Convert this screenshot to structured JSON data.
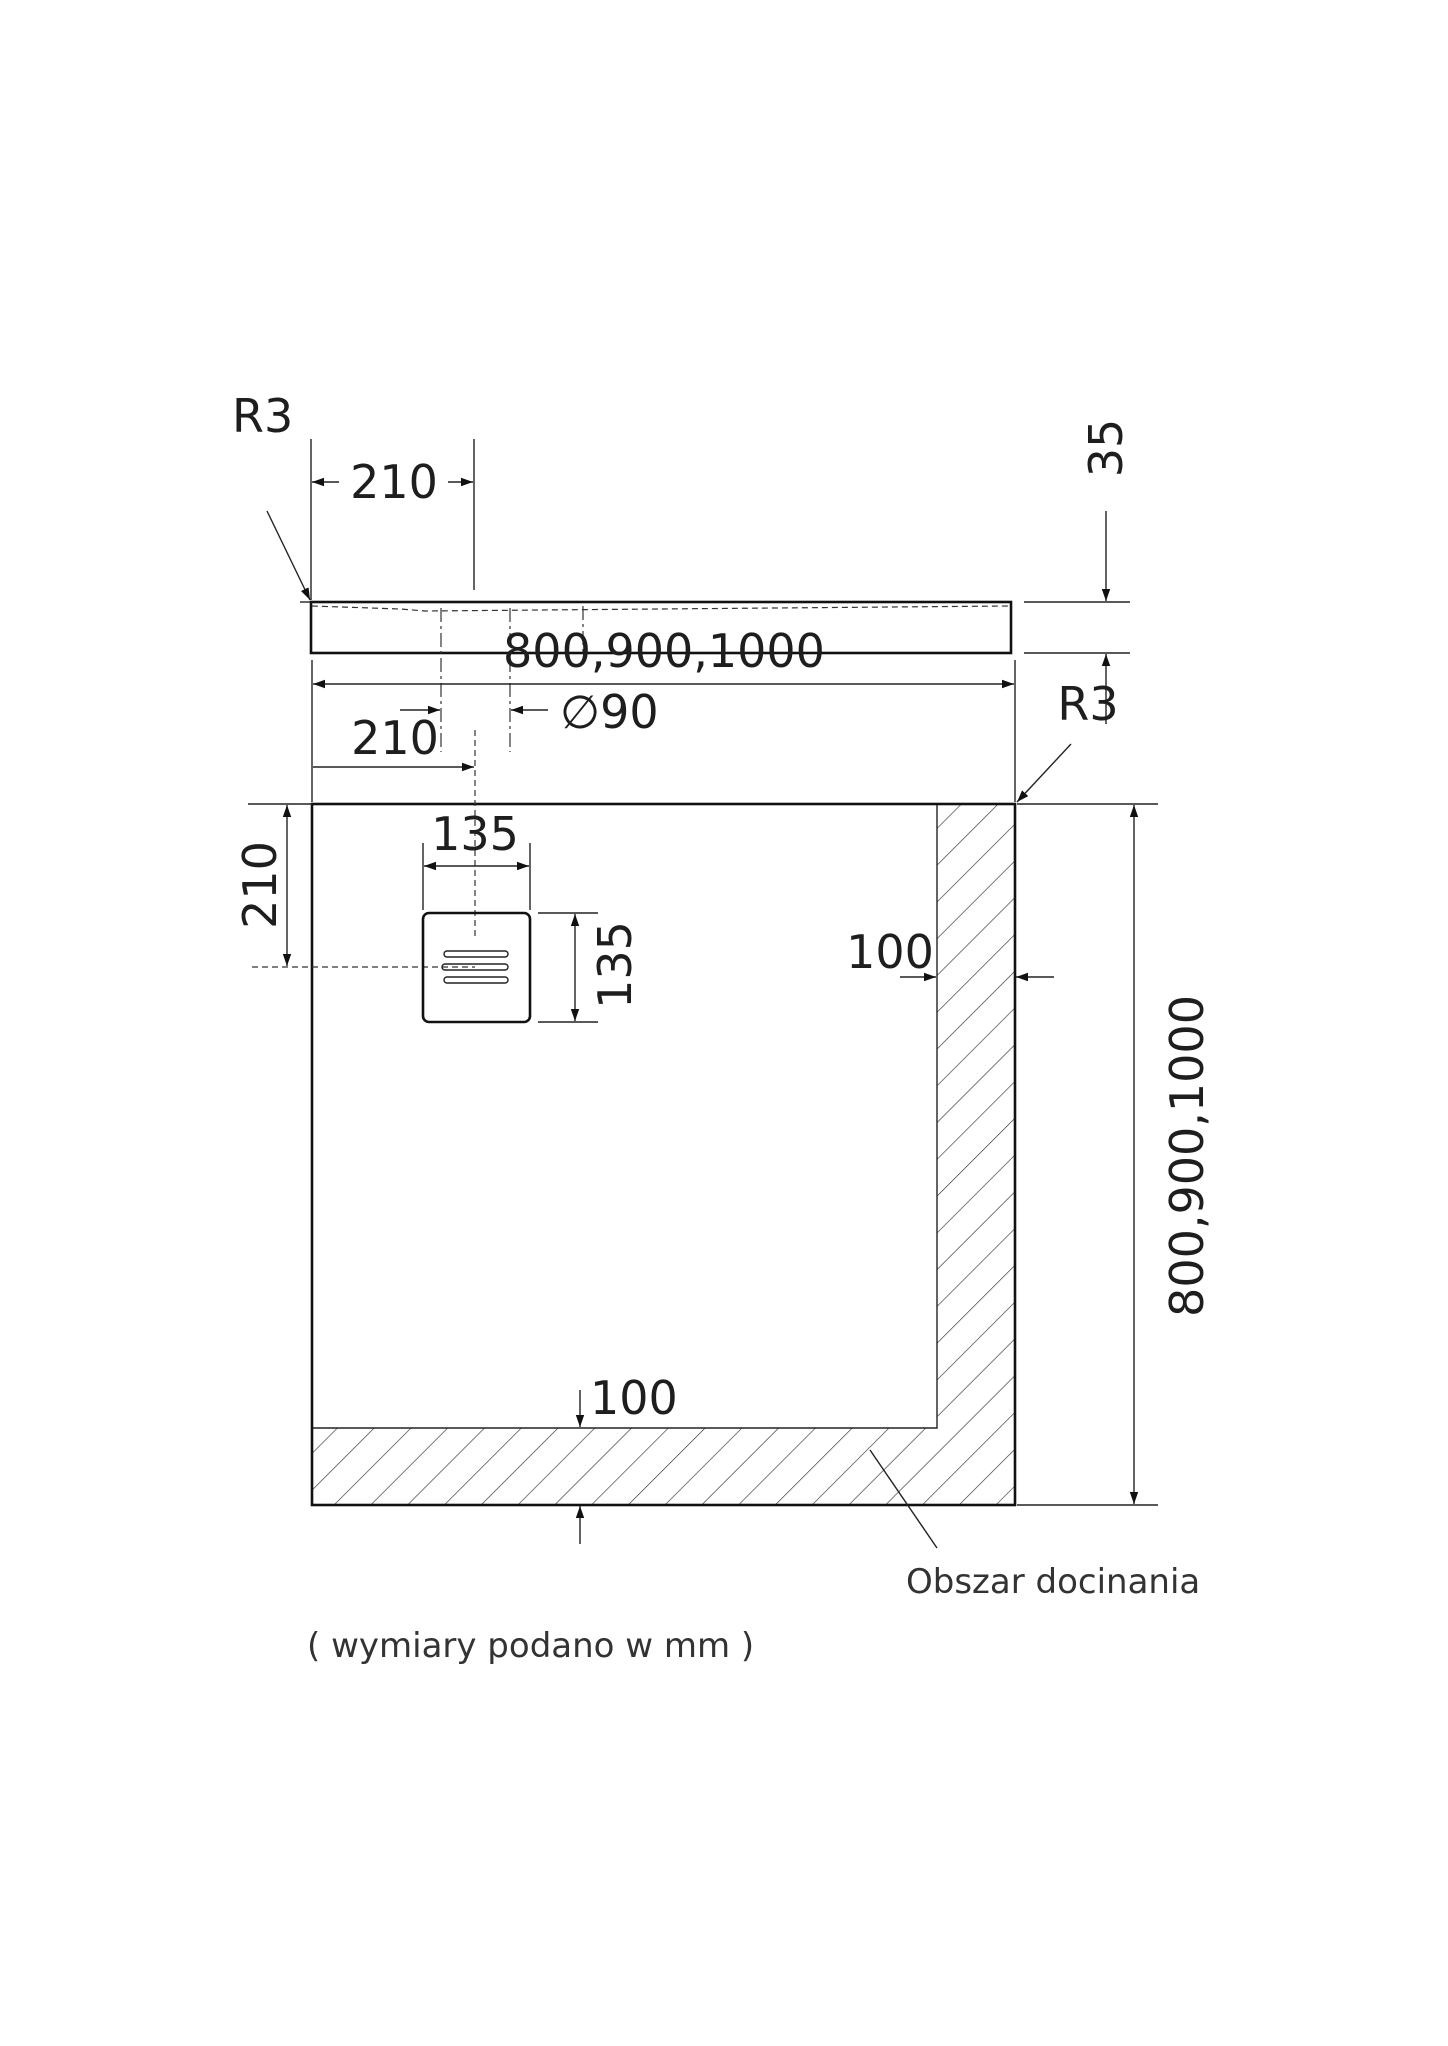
{
  "side_view": {
    "radius_label": "R3",
    "drain_offset_label": "210",
    "drain_diameter_label": "∅90",
    "height_label": "35"
  },
  "top_view": {
    "width_label": "800,900,1000",
    "depth_label": "800,900,1000",
    "radius_label": "R3",
    "drain_offset_x_label": "210",
    "drain_offset_y_label": "210",
    "drain_width_label": "135",
    "drain_height_label": "135",
    "trim_right_label": "100",
    "trim_bottom_label": "100",
    "trim_area_label": "Obszar docinania"
  },
  "footnote": "( wymiary podano w mm )"
}
